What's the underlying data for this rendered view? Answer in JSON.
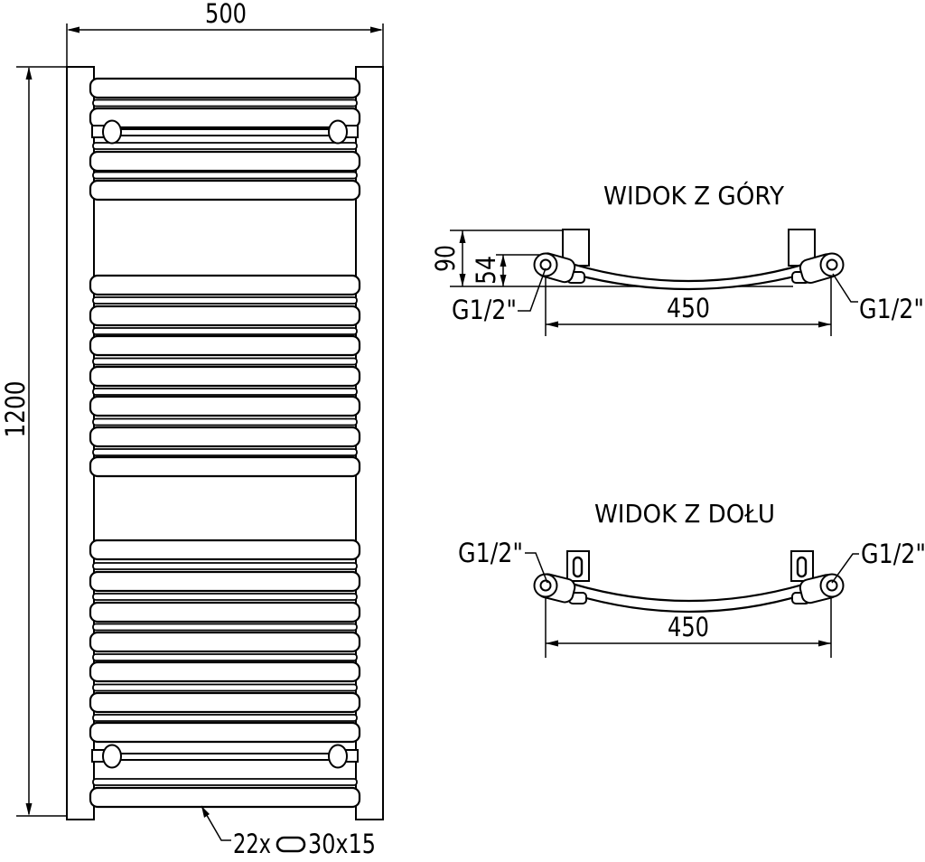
{
  "front_view": {
    "width_label": "500",
    "height_label": "1200",
    "tube_annotation": {
      "count": "22x",
      "profile": "30x15",
      "symbol": "oval-tube-profile"
    }
  },
  "top_view": {
    "title": "WIDOK Z GÓRY",
    "depth_label": "90",
    "pipe_depth_label": "54",
    "spacing_label": "450",
    "thread_left": "G1/2\"",
    "thread_right": "G1/2\""
  },
  "bottom_view": {
    "title": "WIDOK Z DOŁU",
    "spacing_label": "450",
    "thread_left": "G1/2\"",
    "thread_right": "G1/2\""
  },
  "colors": {
    "line": "#000000",
    "background": "#ffffff"
  }
}
